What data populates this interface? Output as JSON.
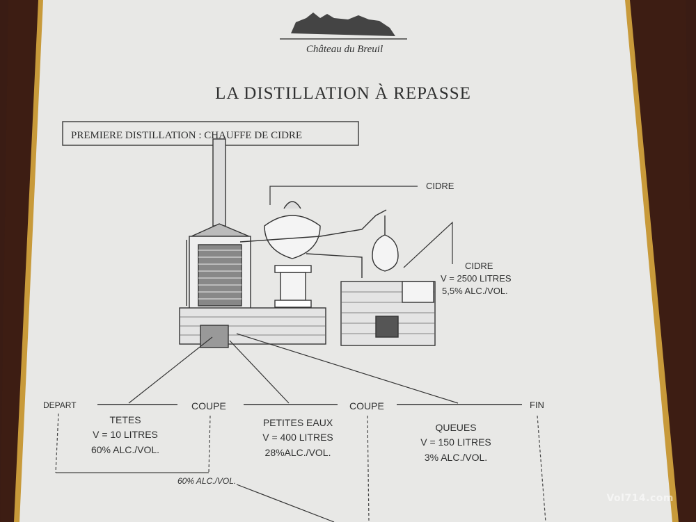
{
  "header": {
    "brand": "Château du Breuil",
    "title": "LA DISTILLATION À REPASSE"
  },
  "section": {
    "label": "PREMIERE DISTILLATION : CHAUFFE DE CIDRE"
  },
  "diagram_labels": {
    "cidre_top": "CIDRE",
    "cidre_side": "CIDRE",
    "volume": "V = 2500 LITRES",
    "alcohol": "5,5% ALC./VOL."
  },
  "timeline": {
    "depart": "DEPART",
    "coupe1": "COUPE",
    "coupe2": "COUPE",
    "fin": "FIN",
    "tetes": {
      "name": "TETES",
      "volume": "V = 10 LITRES",
      "alcohol": "60% ALC./VOL."
    },
    "petites_eaux": {
      "name": "PETITES EAUX",
      "volume": "V = 400 LITRES",
      "alcohol": "28%ALC./VOL."
    },
    "queues": {
      "name": "QUEUES",
      "volume": "V = 150 LITRES",
      "alcohol": "3% ALC./VOL."
    },
    "bottom_note": "60% ALC./VOL."
  },
  "watermark": "Vol714.com"
}
